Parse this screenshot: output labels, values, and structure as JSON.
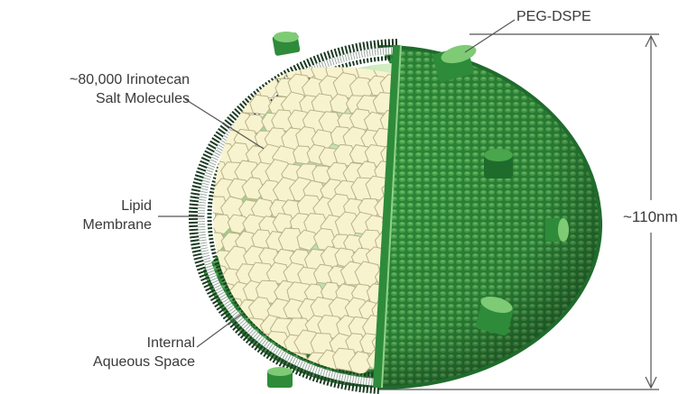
{
  "labels": {
    "peg": "PEG-DSPE",
    "irinotecan_line1": "~80,000 Irinotecan",
    "irinotecan_line2": "Salt Molecules",
    "lipid_line1": "Lipid",
    "lipid_line2": "Membrane",
    "aqueous_line1": "Internal",
    "aqueous_line2": "Aqueous Space",
    "size": "~110nm"
  },
  "colors": {
    "shell_dark": "#1f6b2c",
    "shell_mid": "#2e8b3a",
    "shell_light": "#5fb85f",
    "molecule_fill": "#f8f3cf",
    "molecule_edge": "#b9b288",
    "membrane_dark": "#1d3b24",
    "label_text": "#3a3a3a",
    "leader_line": "#555555"
  }
}
